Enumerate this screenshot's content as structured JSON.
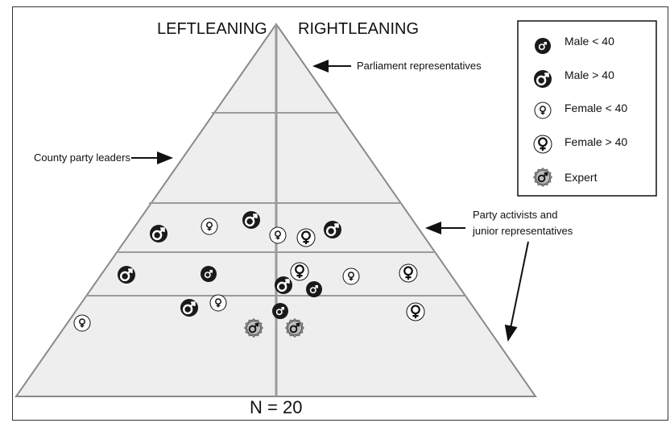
{
  "header": {
    "left": "LEFTLEANING",
    "right": "RIGHTLEANING"
  },
  "labels": {
    "parliament": "Parliament representatives",
    "county": "County party leaders",
    "activists_line1": "Party activists and",
    "activists_line2": "junior representatives"
  },
  "legend": [
    {
      "label": "Male < 40",
      "type": "male-young"
    },
    {
      "label": "Male > 40",
      "type": "male-old"
    },
    {
      "label": "Female < 40",
      "type": "female-young"
    },
    {
      "label": "Female > 40",
      "type": "female-old"
    },
    {
      "label": "Expert",
      "type": "expert"
    }
  ],
  "footer": {
    "count": "N = 20"
  },
  "colors": {
    "pyramid_fill": "#eeeeee",
    "grid": "#9a9a9a",
    "dark": "#1a1a1a",
    "expert_fill": "#bdbdbd"
  }
}
